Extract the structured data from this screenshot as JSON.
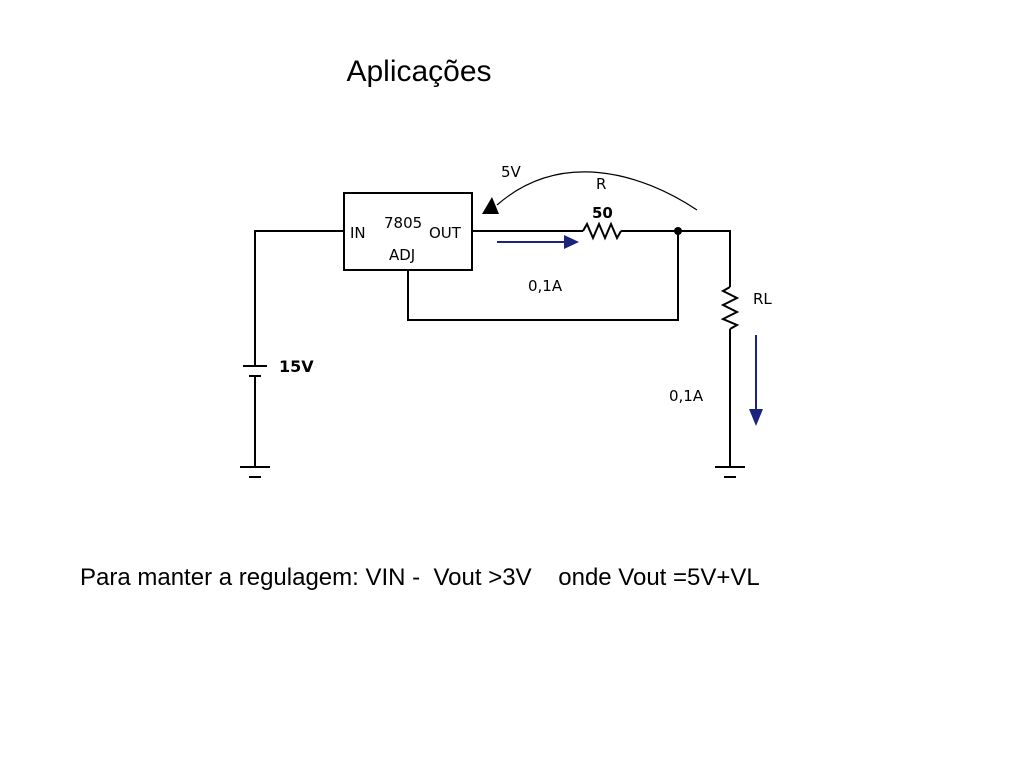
{
  "slide": {
    "title": "Aplicações",
    "caption": "Para manter a regulagem: VIN -  Vout >3V    onde Vout =5V+VL"
  },
  "circuit": {
    "regulator": {
      "part": "7805",
      "pin_in": "IN",
      "pin_out": "OUT",
      "pin_adj": "ADJ"
    },
    "reference_voltage": "5V",
    "resistor_r": {
      "name": "R",
      "value": "50"
    },
    "resistor_load": {
      "name": "RL"
    },
    "source": {
      "value": "15V"
    },
    "current_r": "0,1A",
    "current_load": "0,1A",
    "colors": {
      "wire": "#000000",
      "current_arrow": "#1a237e"
    }
  }
}
